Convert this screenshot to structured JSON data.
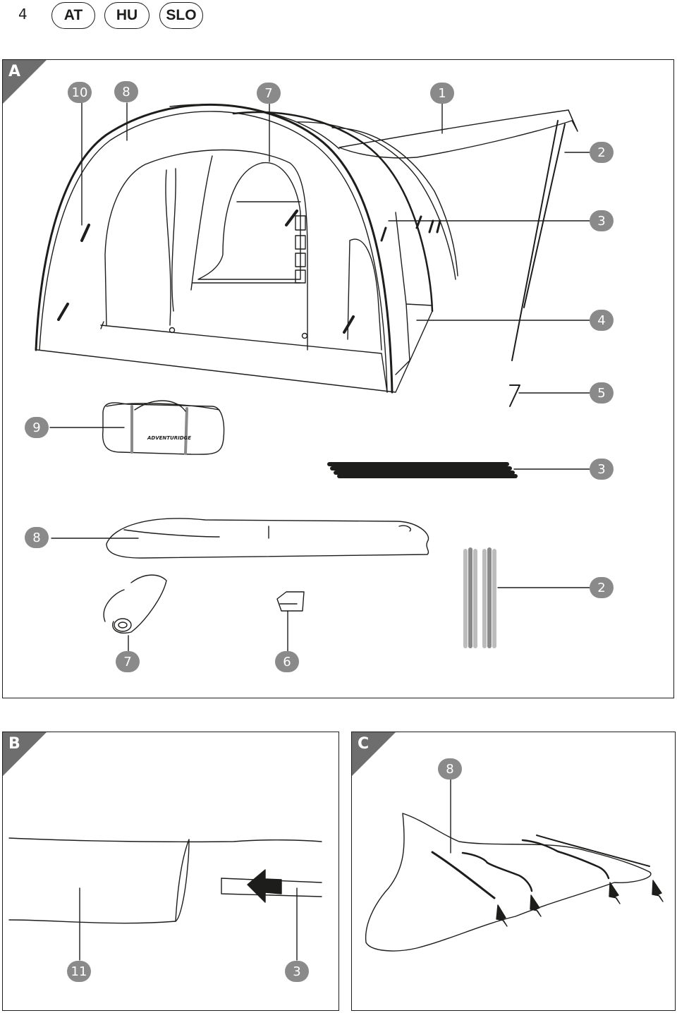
{
  "page_number": "4",
  "countries": [
    "AT",
    "HU",
    "SLO"
  ],
  "panels": {
    "a": {
      "letter": "A",
      "callouts": {
        "n10": "10",
        "n8_top": "8",
        "n7_top": "7",
        "n1": "1",
        "n2_top": "2",
        "n3_top": "3",
        "n4": "4",
        "n5": "5",
        "n9": "9",
        "n3_poles": "3",
        "n8_bag": "8",
        "n2_poles": "2",
        "n7_mat": "7",
        "n6": "6"
      },
      "bag_logo": "ADVENTURIDGE"
    },
    "b": {
      "letter": "B",
      "callouts": {
        "n11": "11",
        "n3": "3"
      }
    },
    "c": {
      "letter": "C",
      "callouts": {
        "n8": "8"
      }
    }
  },
  "colors": {
    "corner": "#6e6e6e",
    "badge": "#8a8a8a",
    "ink": "#1d1d1b"
  }
}
